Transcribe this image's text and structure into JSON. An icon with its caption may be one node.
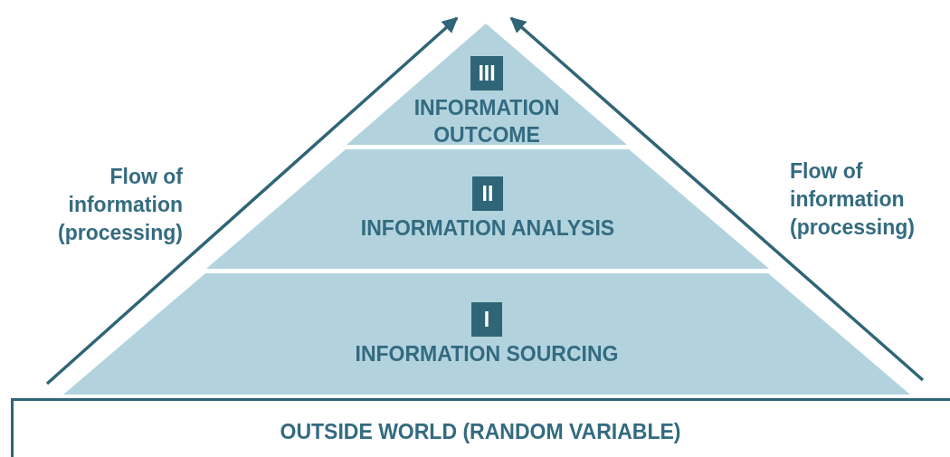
{
  "diagram": {
    "nodes": [
      {
        "text": [
          "III",
          "INFORMATION OUTCOME"
        ]
      },
      {
        "text": [
          "II",
          "INFORMATION ANALYSIS"
        ]
      },
      {
        "text": [
          "I",
          "INFORMATION SOURCING"
        ]
      },
      {
        "text": [
          "OUTSIDE WORLD (RANDOM VARIABLE)"
        ]
      }
    ],
    "edges": [],
    "labels": [
      "Flow of information (processing)",
      "Flow of information (processing)"
    ]
  }
}
